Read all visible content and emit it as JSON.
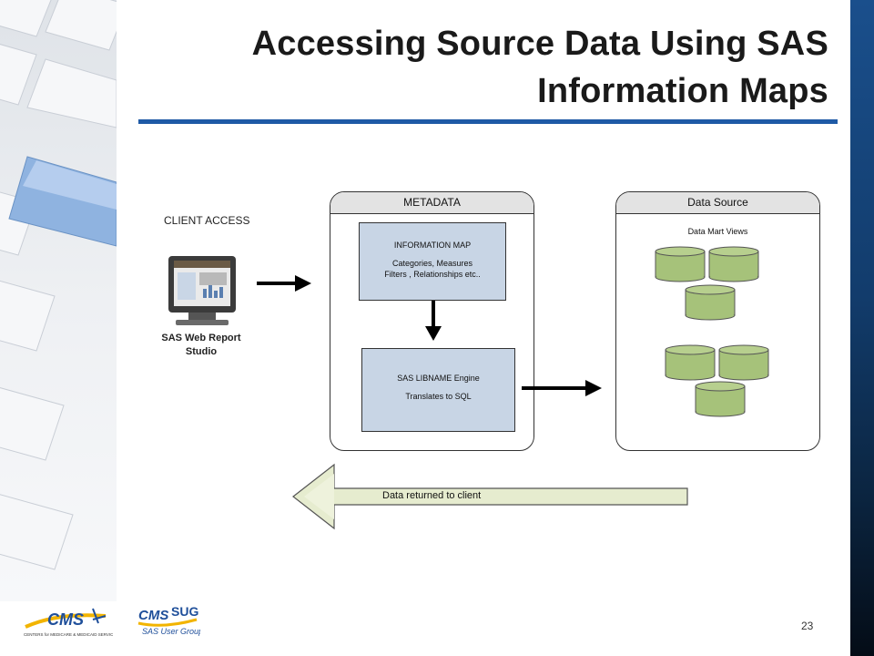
{
  "slide": {
    "title": "Accessing Source Data Using SAS Information Maps",
    "page_number": "23"
  },
  "client": {
    "label": "CLIENT ACCESS",
    "app_name": "SAS Web Report Studio"
  },
  "metadata": {
    "header": "METADATA",
    "info_map": {
      "title": "INFORMATION MAP",
      "line1": "Categories, Measures",
      "line2": "Filters , Relationships etc.."
    },
    "libname": {
      "title": "SAS LIBNAME Engine",
      "line1": "Translates to SQL"
    }
  },
  "data_source": {
    "header": "Data Source",
    "subtitle": "Data Mart Views"
  },
  "return_arrow": {
    "label": "Data returned to client"
  },
  "logos": {
    "cms": "CMS",
    "cms_tagline": "CENTERS for MEDICARE & MEDICAID SERVICES",
    "cms_sug": "CMS SUG",
    "cms_sug_tagline": "SAS User Group"
  },
  "colors": {
    "title_rule": "#1f5aa6",
    "box_fill": "#c8d5e5",
    "cylinder_fill": "#a6c27a",
    "return_arrow_fill": "#e6eccf"
  }
}
